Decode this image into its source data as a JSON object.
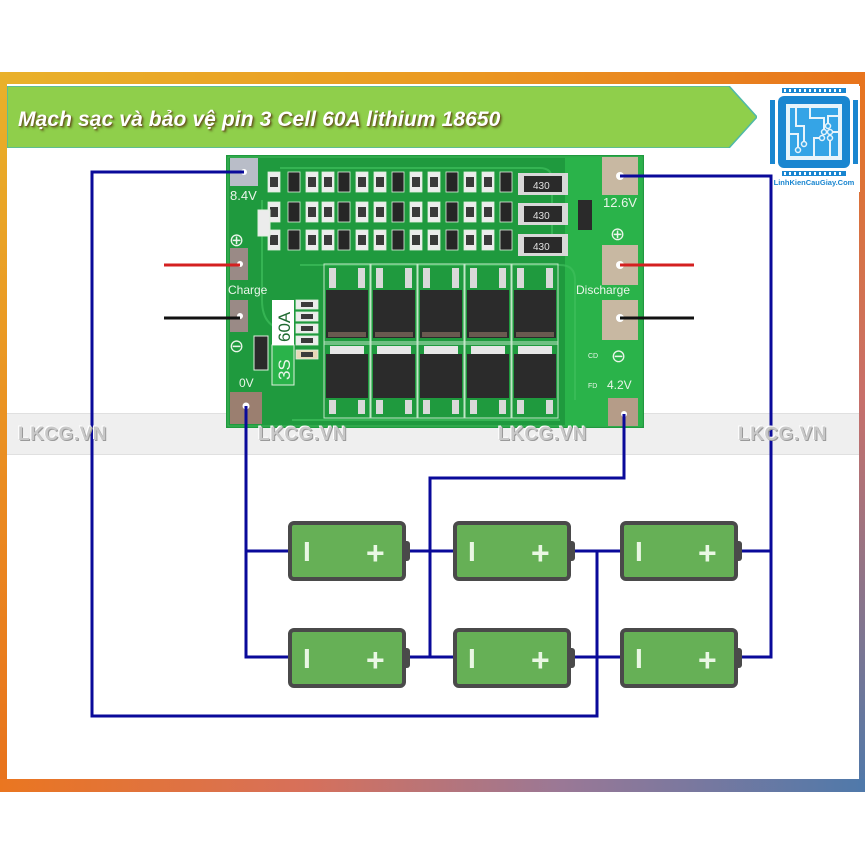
{
  "title": "Mạch sạc và bảo vệ pin 3 Cell 60A lithium 18650",
  "logo": {
    "icon": "circuit-chip-icon",
    "text": "LinhKienCauGiay.Com"
  },
  "watermarks": [
    "LKCG.VN",
    "LKCG.VN",
    "LKCG.VN",
    "LKCG.VN"
  ],
  "board": {
    "name": "3S 60A BMS board",
    "model_label_series": "3S",
    "model_label_current": "60A",
    "left_labels": {
      "top_voltage": "8.4V",
      "plus": "⊕",
      "charge": "Charge",
      "minus": "⊖",
      "bottom_voltage": "0V"
    },
    "right_labels": {
      "top_voltage": "12.6V",
      "plus": "⊕",
      "discharge": "Discharge",
      "minus": "⊖",
      "bottom_voltage": "4.2V",
      "cd": "CD",
      "fd": "FD"
    },
    "resistor_labels": [
      "430",
      "430",
      "430"
    ],
    "mosfet_count": 10
  },
  "wires": {
    "charge_positive_color": "#d42020",
    "charge_negative_color": "#111111",
    "connection_color": "#0a0a9a"
  },
  "batteries": {
    "rows": 2,
    "columns": 3,
    "negative_symbol": "I",
    "positive_symbol": "+",
    "fill_color": "#66b056",
    "outline_color": "#4a4a4a"
  },
  "colors": {
    "banner": "#8fcf4b",
    "pcb": "#1f9a3e",
    "frame_start": "#e9b12a",
    "frame_end": "#4f79aa"
  }
}
